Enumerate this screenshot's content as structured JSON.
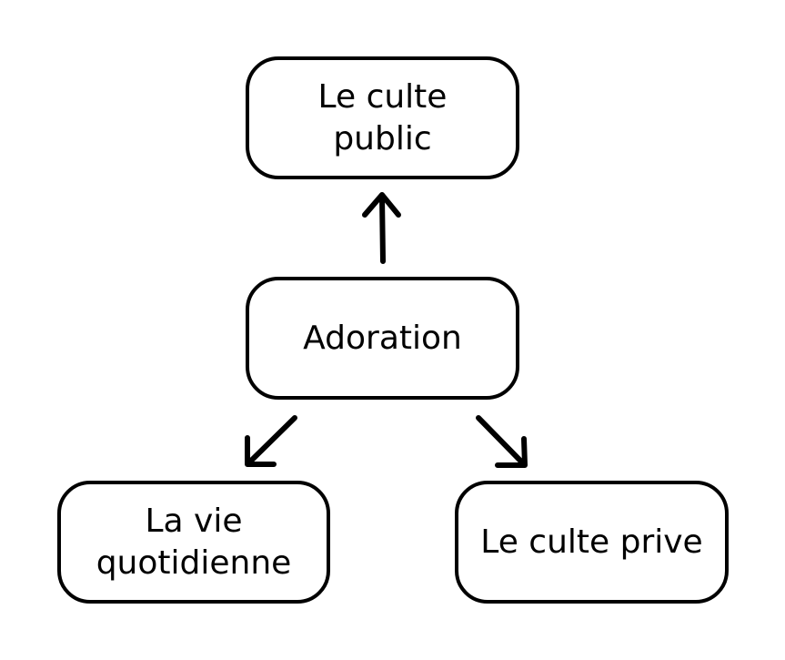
{
  "nodes": {
    "center": "Adoration",
    "top": "Le culte\npublic",
    "bottom_left": "La vie\nquotidienne",
    "bottom_right": "Le culte prive"
  },
  "colors": {
    "stroke": "#000000",
    "background": "#ffffff"
  }
}
